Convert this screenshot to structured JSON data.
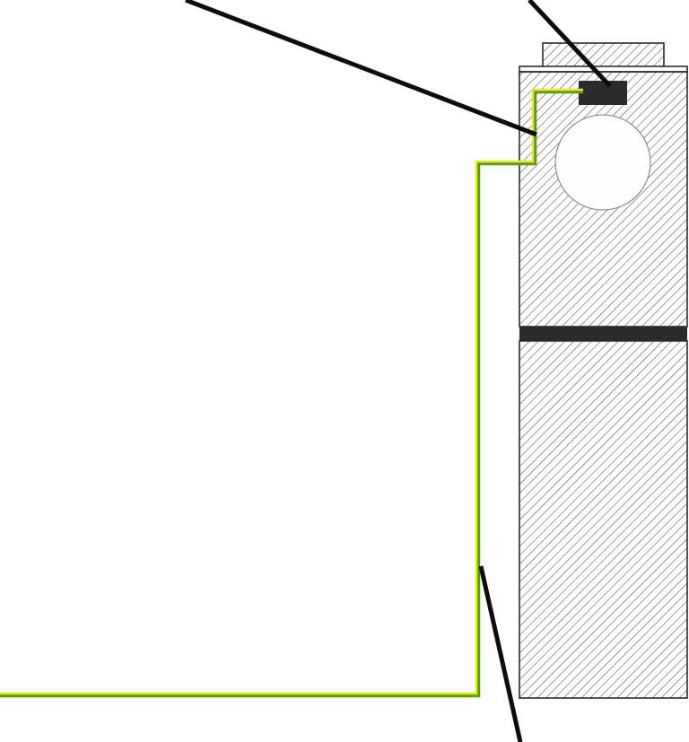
{
  "colors": {
    "background": "#ffffff",
    "outline": "#2b2b2b",
    "hatch": "#3a3a3a",
    "solid_fill": "#2b2b2b",
    "membrane_yellow": "#e8f000",
    "membrane_green": "#5a9a1a",
    "leader_line": "#0d0d0d",
    "backer_rod_fill": "#fefefe",
    "backer_rod_stroke": "#777777"
  },
  "components": {
    "masonry_upper": "hatched",
    "masonry_lower": "hatched",
    "cap_block": "hatched",
    "mortar_joint": "solid",
    "sealant_bead": "solid",
    "backer_rod": "circle",
    "membrane": "two-tone strip"
  },
  "leaders": {
    "count": 3
  }
}
